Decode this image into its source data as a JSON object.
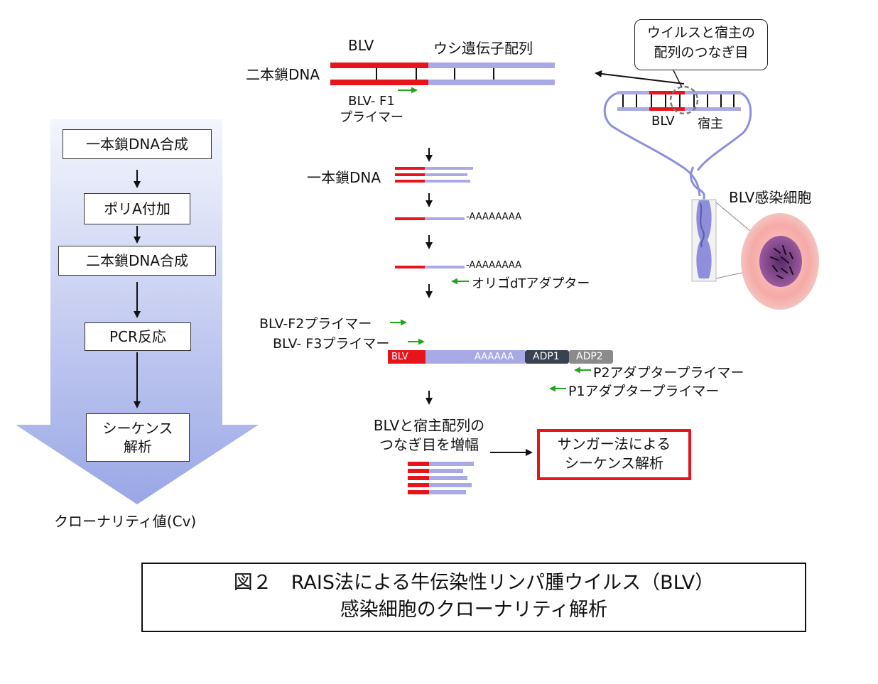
{
  "flow": {
    "steps": [
      "一本鎖DNA合成",
      "ポリA付加",
      "二本鎖DNA合成",
      "PCR反応",
      "シーケンス\n解析"
    ],
    "result": "クローナリティ値(Cv)"
  },
  "dsdna": {
    "label": "二本鎖DNA",
    "blv": "BLV",
    "host": "ウシ遺伝子配列",
    "primer": "BLV- F1\nプライマー"
  },
  "ssdna": {
    "label": "一本鎖DNA"
  },
  "polya": {
    "tail1": "-AAAAAAAA",
    "tail2": "-AAAAAAAA",
    "adapter": "オリゴdTアダプター"
  },
  "pcr": {
    "f2": "BLV-F2プライマー",
    "f3": "BLV- F3プライマー",
    "seg_blv": "BLV",
    "seg_polya": "AAAAAA",
    "seg_adp1": "ADP1",
    "seg_adp2": "ADP2",
    "p2": "P2アダプタープライマー",
    "p1": "P1アダプタープライマー"
  },
  "amplify": {
    "label": "BLVと宿主配列の\nつなぎ目を増幅"
  },
  "sanger": {
    "label": "サンガー法による\nシーケンス解析"
  },
  "cell": {
    "callout": "ウイルスと宿主の\n配列のつなぎ目",
    "blv": "BLV",
    "host": "宿主",
    "infected": "BLV感染細胞"
  },
  "caption": {
    "line1": "図２　RAIS法による牛伝染性リンパ腫ウイルス（BLV）",
    "line2": "感染細胞のクローナリティ解析"
  },
  "colors": {
    "red": "#e8141c",
    "lavender": "#a9a9e6",
    "green": "#21a51c",
    "adp1": "#3a4150",
    "adp2": "#8b8b8b"
  }
}
